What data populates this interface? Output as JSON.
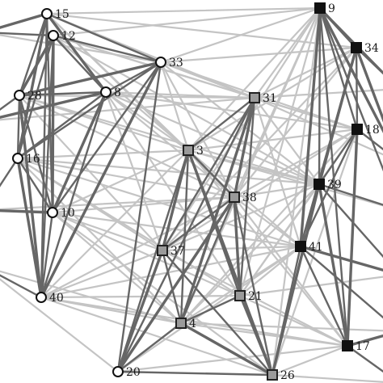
{
  "diagram": {
    "type": "network-graph",
    "groups": [
      {
        "id": "circle",
        "shape": "circle",
        "fill": "#ffffff",
        "stroke": "#111111"
      },
      {
        "id": "square-gray",
        "shape": "square",
        "fill": "#9a9a9a",
        "stroke": "#222222"
      },
      {
        "id": "square-black",
        "shape": "square",
        "fill": "#111111",
        "stroke": "#111111"
      }
    ],
    "edge_colors": {
      "strong": "#666666",
      "weak": "#c4c4c4"
    },
    "nodes": [
      {
        "label": "15",
        "group": "circle"
      },
      {
        "label": "12",
        "group": "circle"
      },
      {
        "label": "33",
        "group": "circle"
      },
      {
        "label": "28",
        "group": "circle"
      },
      {
        "label": "8",
        "group": "circle"
      },
      {
        "label": "16",
        "group": "circle"
      },
      {
        "label": "10",
        "group": "circle"
      },
      {
        "label": "40",
        "group": "circle"
      },
      {
        "label": "20",
        "group": "circle"
      },
      {
        "label": "31",
        "group": "square-gray"
      },
      {
        "label": "3",
        "group": "square-gray"
      },
      {
        "label": "38",
        "group": "square-gray"
      },
      {
        "label": "37",
        "group": "square-gray"
      },
      {
        "label": "21",
        "group": "square-gray"
      },
      {
        "label": "4",
        "group": "square-gray"
      },
      {
        "label": "26",
        "group": "square-gray"
      },
      {
        "label": "9",
        "group": "square-black"
      },
      {
        "label": "34",
        "group": "square-black"
      },
      {
        "label": "18",
        "group": "square-black"
      },
      {
        "label": "39",
        "group": "square-black"
      },
      {
        "label": "41",
        "group": "square-black"
      },
      {
        "label": "17",
        "group": "square-black"
      }
    ]
  }
}
